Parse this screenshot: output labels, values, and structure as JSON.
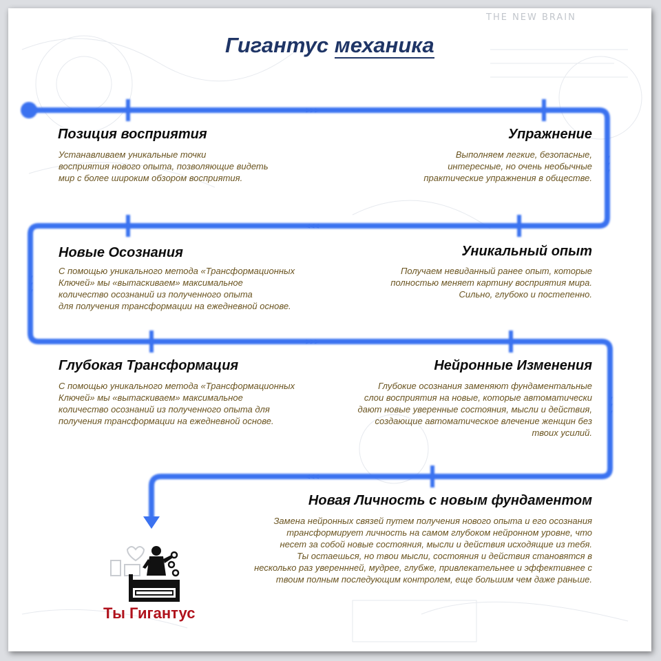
{
  "header": {
    "title_part1": "Гигантус",
    "title_part2": "механика",
    "watermark": "THE NEW BRAIN"
  },
  "steps": [
    {
      "title": "Позиция восприятия",
      "text": "Устанавливаем уникальные точки\nвосприятия нового опыта, позволяющие видеть\nмир с более широким обзором восприятия."
    },
    {
      "title": "Упражнение",
      "text": "Выполняем легкие, безопасные,\nинтересные, но очень необычные\nпрактические упражнения в обществе."
    },
    {
      "title": "Новые Осознания",
      "text": "С помощью уникального метода «Трансформационных\nКлючей» мы «вытаскиваем» максимальное\nколичество осознаний из полученного опыта\nдля получения трансформации на ежедневной основе."
    },
    {
      "title": "Уникальный опыт",
      "text": "Получаем невиданный ранее опыт, которые\nполностью меняет картину восприятия мира.\nСильно, глубоко и постепенно."
    },
    {
      "title": "Глубокая Трансформация",
      "text": "С помощью уникального метода «Трансформационных\nКлючей» мы «вытаскиваем» максимальное\nколичество осознаний из полученного опыта для\nполучения трансформации на ежедневной основе."
    },
    {
      "title": "Нейронные Изменения",
      "text": "Глубокие осознания заменяют фундаментальные\nслои восприятия на новые, которые автоматически\nдают новые уверенные состояния, мысли и действия,\nсоздающие автоматическое влечение женщин без\nтвоих усилий."
    },
    {
      "title": "Новая Личность с новым фундаментом",
      "text": "Замена нейронных связей путем получения нового опыта и его осознания\nтрансформирует личность на самом глубоком нейронном уровне, что\nнесет за собой новые состояния, мысли и действия исходящие из тебя.\nТы остаешься, но твои мысли, состояния и действия становятся в\nнесколько раз увереннней, мудрее, глубже, привлекательнее и эффективнее с\nтвоим полным последующим контролем, еще большим чем даже раньше."
    }
  ],
  "arrows": {
    "right": ">>>",
    "left": "<<<",
    "down": "v\nv\nv"
  },
  "final_label": "Ты Гигантус",
  "colors": {
    "path": "#3b72f0",
    "title": "#1f3566",
    "description": "#6a5420",
    "final": "#b0121c"
  }
}
